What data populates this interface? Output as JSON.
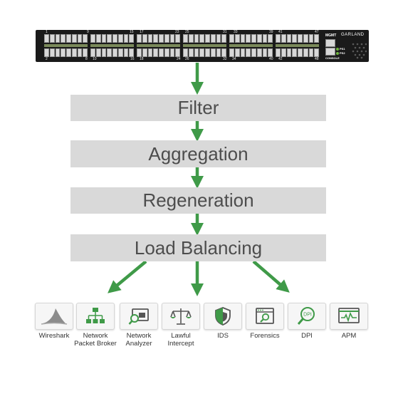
{
  "switch": {
    "top_port_labels": [
      "1",
      "9",
      "15",
      "17",
      "23",
      "25",
      "31",
      "33",
      "39",
      "41",
      "47"
    ],
    "bottom_port_labels": [
      "2",
      "8",
      "10",
      "16",
      "18",
      "24",
      "26",
      "32",
      "34",
      "40",
      "42",
      "48"
    ],
    "mgmt_label": "MGMT",
    "console_label": "CONSOLE",
    "led_label_1": "PS1",
    "led_label_2": "PS2",
    "logo": "GARLAND"
  },
  "steps": [
    "Filter",
    "Aggregation",
    "Regeneration",
    "Load Balancing"
  ],
  "tools": [
    {
      "label": "Wireshark",
      "icon": "shark-fin-icon"
    },
    {
      "label": "Network\nPacket Broker",
      "icon": "network-hierarchy-icon"
    },
    {
      "label": "Network\nAnalyzer",
      "icon": "analyzer-magnifier-icon"
    },
    {
      "label": "Lawful\nIntercept",
      "icon": "scales-icon"
    },
    {
      "label": "IDS",
      "icon": "shield-icon"
    },
    {
      "label": "Forensics",
      "icon": "forensics-window-icon"
    },
    {
      "label": "DPI",
      "icon": "dpi-magnifier-icon"
    },
    {
      "label": "APM",
      "icon": "monitor-pulse-icon"
    }
  ],
  "colors": {
    "arrow": "#3f9a48",
    "step_fill": "#d9d9d9",
    "step_text": "#4d4d4d",
    "icon_green": "#3f9a48",
    "switch_body": "#1a1a1a"
  }
}
